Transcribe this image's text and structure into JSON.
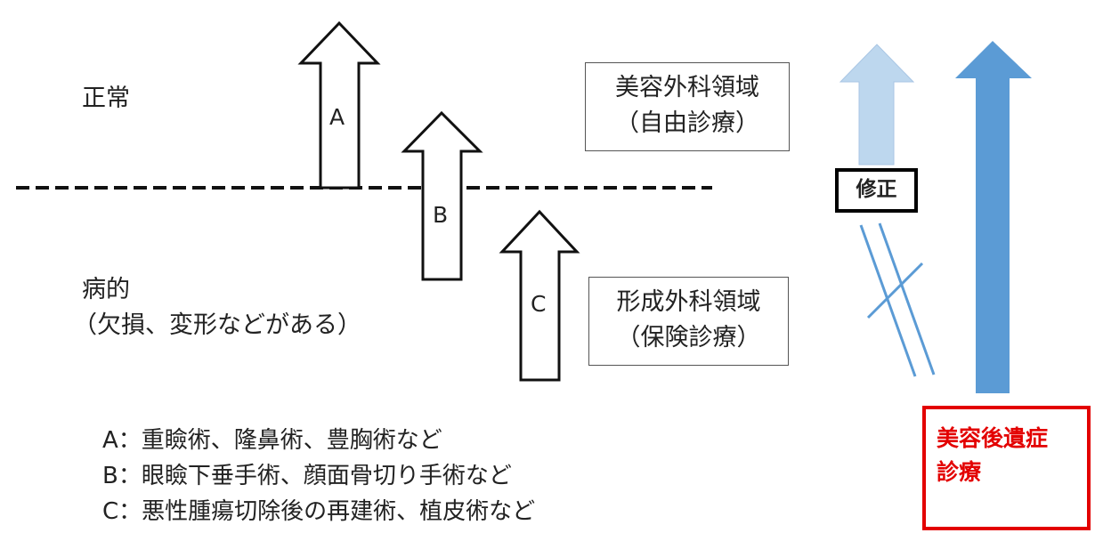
{
  "labels": {
    "normal": "正常",
    "disease": "病的",
    "disease_note": "（欠損、変形などがある）"
  },
  "boxes": {
    "cosmetic_line1": "美容外科領域",
    "cosmetic_line2": "（自由診療）",
    "plastic_line1": "形成外科領域",
    "plastic_line2": "（保険診療）"
  },
  "arrows": {
    "a": "A",
    "b": "B",
    "c": "C"
  },
  "legend": [
    "A：重瞼術、隆鼻術、豊胸術など",
    "B：眼瞼下垂手術、顔面骨切り手術など",
    "C：悪性腫瘍切除後の再建術、植皮術など"
  ],
  "right": {
    "correction": "修正",
    "sequela_line1": "美容後遺症",
    "sequela_line2": "診療"
  },
  "colors": {
    "light_arrow": "#bdd7ee",
    "dark_arrow": "#5b9bd5",
    "sequela_red": "#e30000",
    "strike_lines": "#5b9bd5"
  }
}
